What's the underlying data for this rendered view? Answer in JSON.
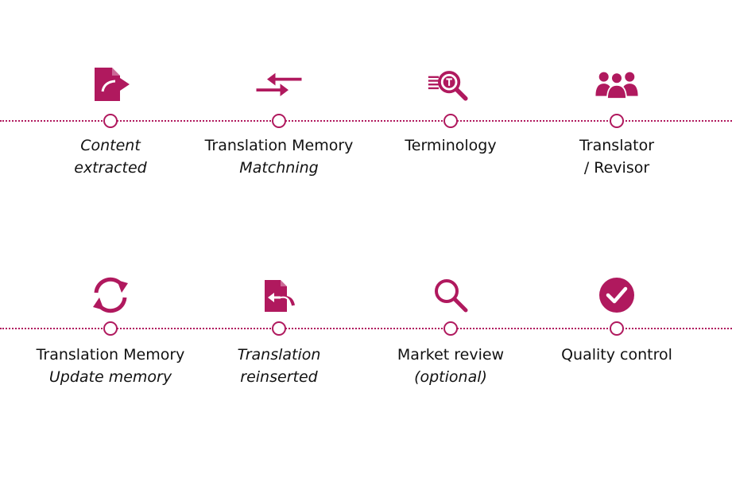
{
  "accent_color": "#b0195e",
  "rows": [
    {
      "steps": [
        {
          "icon": "document-export-icon",
          "line1": "Content",
          "line1_italic": true,
          "line2": "extracted",
          "line2_italic": true
        },
        {
          "icon": "swap-arrows-icon",
          "line1": "Translation Memory",
          "line1_italic": false,
          "line2": "Matchning",
          "line2_italic": true
        },
        {
          "icon": "terminology-search-icon",
          "line1": "Terminology",
          "line1_italic": false,
          "line2": "",
          "line2_italic": false
        },
        {
          "icon": "people-group-icon",
          "line1": "Translator",
          "line1_italic": false,
          "line2": "/ Revisor",
          "line2_italic": false
        }
      ]
    },
    {
      "steps": [
        {
          "icon": "refresh-cycle-icon",
          "line1": "Translation Memory",
          "line1_italic": false,
          "line2": "Update memory",
          "line2_italic": true
        },
        {
          "icon": "document-import-icon",
          "line1": "Translation",
          "line1_italic": true,
          "line2": "reinserted",
          "line2_italic": true
        },
        {
          "icon": "magnifier-icon",
          "line1": "Market review",
          "line1_italic": false,
          "line2": "(optional)",
          "line2_italic": true
        },
        {
          "icon": "check-circle-icon",
          "line1": "Quality control",
          "line1_italic": false,
          "line2": "",
          "line2_italic": false
        }
      ]
    }
  ]
}
